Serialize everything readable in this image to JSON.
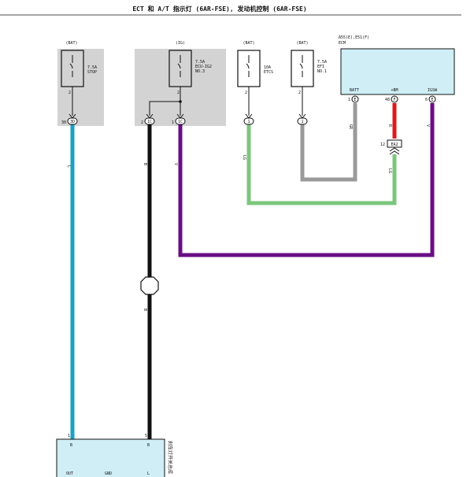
{
  "title": "ECT 和 A/T 指示灯 (6AR-FSE), 发动机控制 (6AR-FSE)",
  "colors": {
    "fuse_box_bg": "#d3d3d3",
    "module_bg": "#cfeef6",
    "wire_blue": "#1aa0c4",
    "wire_black": "#111111",
    "wire_purple": "#6a0e85",
    "wire_green": "#7cc67c",
    "wire_gray": "#9a9a9a",
    "wire_red": "#e01a1a"
  },
  "fuses": [
    {
      "source": "(BAT)",
      "rating": "7.5A",
      "name": "STOP",
      "name2": "",
      "pin": "2",
      "conn_pin": "30",
      "conn_id": "3D"
    },
    {
      "source": "(IG)",
      "rating": "7.5A",
      "name": "ECU-IG2",
      "name2": "NO.3",
      "pin": "2",
      "conn_pin_left": "2",
      "conn_id_left": "1C",
      "conn_pin_right": "1",
      "conn_id_right": "1C"
    },
    {
      "source": "(BAT)",
      "rating": "10A",
      "name": "ETCS",
      "name2": "",
      "pin": "2",
      "conn_id": "1"
    },
    {
      "source": "(BAT)",
      "rating": "7.5A",
      "name": "EFI",
      "name2": "NO.1",
      "pin": "2",
      "conn_id": "1"
    }
  ],
  "ecm": {
    "id": "A55(E),E51(F)",
    "name": "ECM",
    "pins": [
      {
        "label": "BATT",
        "num": "1",
        "conn": "E"
      },
      {
        "label": "+BM",
        "num": "48",
        "conn": "F"
      },
      {
        "label": "IGSW",
        "num": "6",
        "conn": "E"
      }
    ]
  },
  "ea2": {
    "pin": "12",
    "id": "EA2"
  },
  "wire_labels": {
    "blue": "L",
    "black": "B",
    "black_lower": "B",
    "purple": "V",
    "purple_right": "V",
    "green": "LG",
    "green_right": "LG",
    "gray": "GR",
    "red": "R"
  },
  "bottom_module": {
    "pin_left": "1",
    "pin_right": "5",
    "label_left": "B",
    "label_right": "B",
    "bottom_labels": [
      "OUT",
      "GND",
      "L"
    ],
    "side_text": "刹车灯开关总成"
  }
}
